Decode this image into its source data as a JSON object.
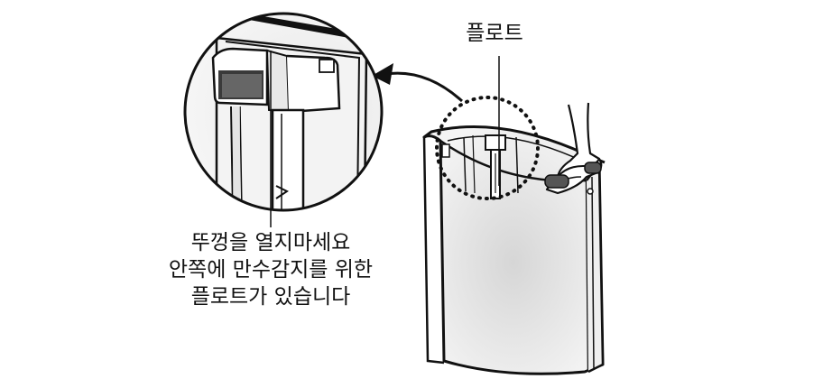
{
  "labels": {
    "float_label": "플로트",
    "caption_lines": [
      "뚜껑을 열지마세요",
      "안쪽에 만수감지를 위한",
      "플로트가 있습니다"
    ]
  },
  "colors": {
    "line": "#111111",
    "tank_fill": "#ededed",
    "tank_center": "#d8d8d8"
  }
}
